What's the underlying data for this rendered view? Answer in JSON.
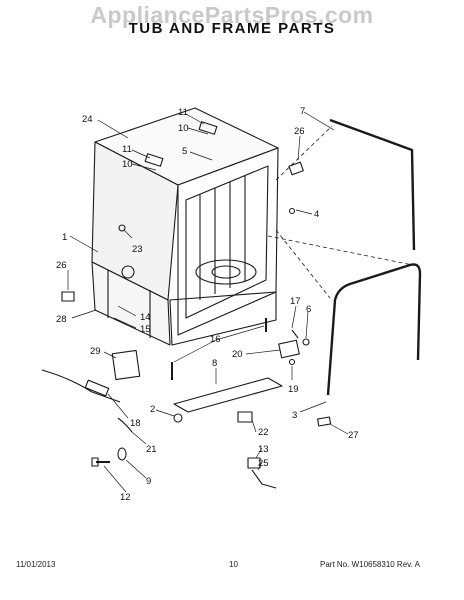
{
  "watermark": "AppliancePartsPros.com",
  "title": "TUB AND FRAME PARTS",
  "callouts": [
    "24",
    "11",
    "10",
    "11",
    "10",
    "5",
    "7",
    "26",
    "4",
    "1",
    "23",
    "26",
    "28",
    "14",
    "15",
    "17",
    "6",
    "29",
    "16",
    "20",
    "19",
    "8",
    "18",
    "2",
    "3",
    "27",
    "21",
    "22",
    "13",
    "25",
    "9",
    "12"
  ],
  "footer": {
    "date": "11/01/2013",
    "page": "10",
    "part": "Part No. W10658310  Rev. A"
  }
}
